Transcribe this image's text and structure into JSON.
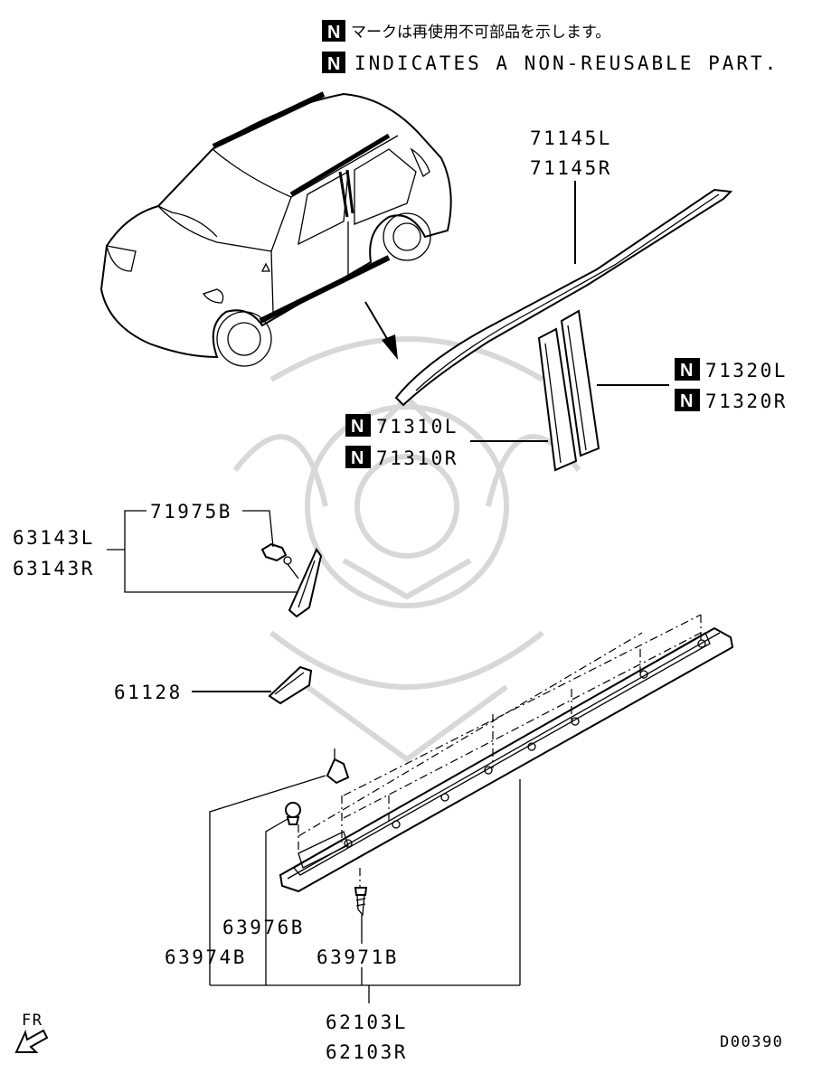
{
  "notes": {
    "badge": "N",
    "japanese": "マークは再使用不可部品を示します。",
    "english": "INDICATES A NON-REUSABLE PART."
  },
  "labels": {
    "roof_molding_l": "71145L",
    "roof_molding_r": "71145R",
    "pillar_tape_rear_l": "71320L",
    "pillar_tape_rear_r": "71320R",
    "pillar_tape_front_l": "71310L",
    "pillar_tape_front_r": "71310R",
    "clip_71975": "71975B",
    "garnish_l": "63143L",
    "garnish_r": "63143R",
    "lamp_61128": "61128",
    "clip_63976": "63976B",
    "clip_63974": "63974B",
    "screw_63971": "63971B",
    "sill_l": "62103L",
    "sill_r": "62103R",
    "front_indicator": "FR",
    "diagram_code": "D00390"
  }
}
